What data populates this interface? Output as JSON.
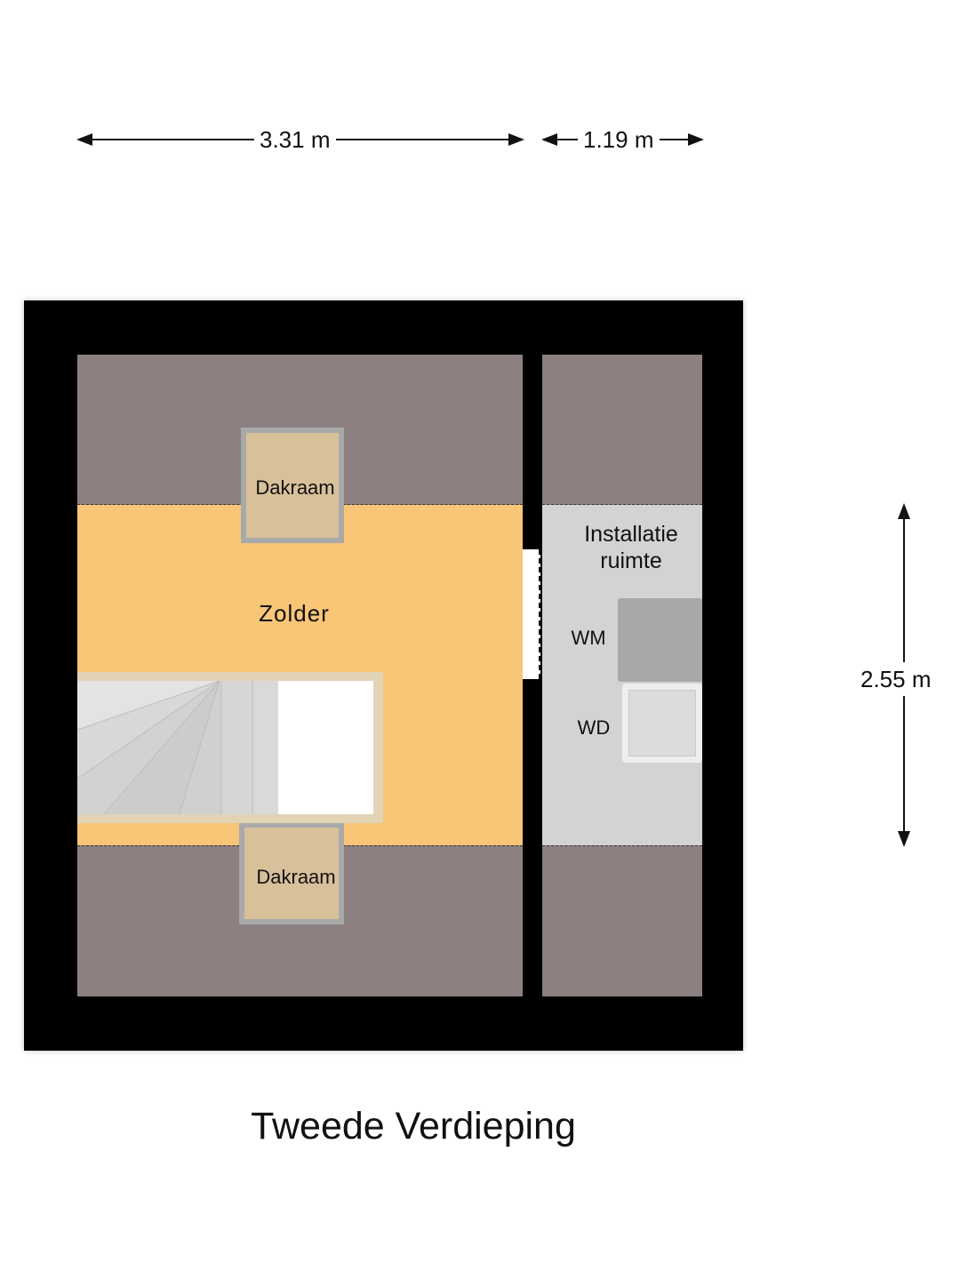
{
  "dimensions": {
    "width_left": "3.31 m",
    "width_right": "1.19 m",
    "depth": "2.55 m"
  },
  "rooms": {
    "zolder": "Zolder",
    "installatie": "Installatie\nruimte",
    "installatie_line1": "Installatie",
    "installatie_line2": "ruimte",
    "skylight_top": "Dakraam",
    "skylight_bottom": "Dakraam",
    "washer": "WM",
    "dryer": "WD"
  },
  "title": "Tweede Verdieping",
  "colors": {
    "wall": "#000000",
    "roof_slope": "#8d8080",
    "zolder_floor": "#f9c577",
    "installatie_floor": "#d3d3d3",
    "skylight": "#d8c09b"
  }
}
